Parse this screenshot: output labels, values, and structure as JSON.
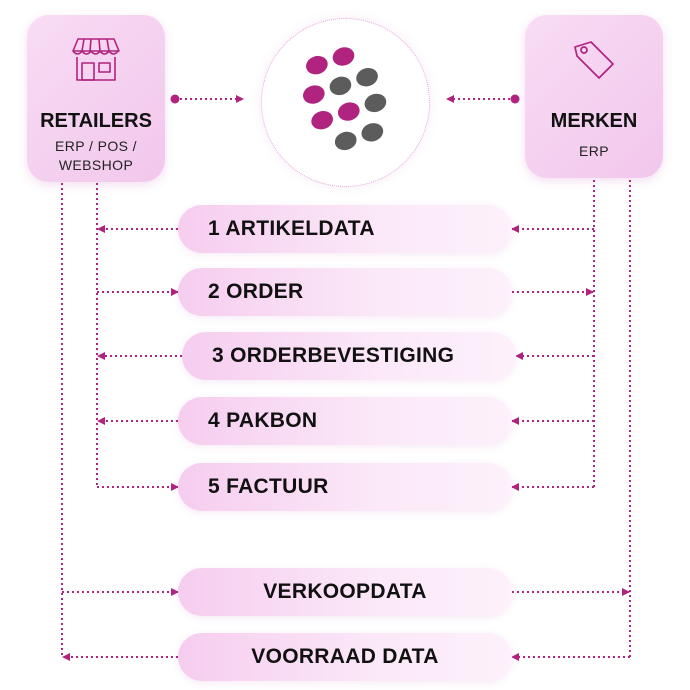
{
  "retailers": {
    "title": "RETAILERS",
    "subtitle_line1": "ERP / POS /",
    "subtitle_line2": "WEBSHOP",
    "icon": "shop-icon"
  },
  "merken": {
    "title": "MERKEN",
    "subtitle": "ERP",
    "icon": "tag-icon"
  },
  "logo": {
    "icon": "dotted-logo-icon",
    "colors": {
      "magenta": "#b0237f",
      "gray": "#5c5c5c"
    }
  },
  "steps": [
    {
      "label": "1 ARTIKELDATA",
      "direction": "to-retailers"
    },
    {
      "label": "2 ORDER",
      "direction": "to-merken"
    },
    {
      "label": "3 ORDERBEVESTIGING",
      "direction": "to-retailers"
    },
    {
      "label": "4 PAKBON",
      "direction": "to-retailers"
    },
    {
      "label": "5 FACTUUR",
      "direction": "to-retailers"
    }
  ],
  "data_flows": [
    {
      "label": "VERKOOPDATA",
      "direction": "to-merken"
    },
    {
      "label": "VOORRAAD DATA",
      "direction": "to-retailers"
    }
  ],
  "colors": {
    "accent": "#b0237f",
    "card": "#f5d2ef",
    "pill": "#f8d9f3"
  }
}
